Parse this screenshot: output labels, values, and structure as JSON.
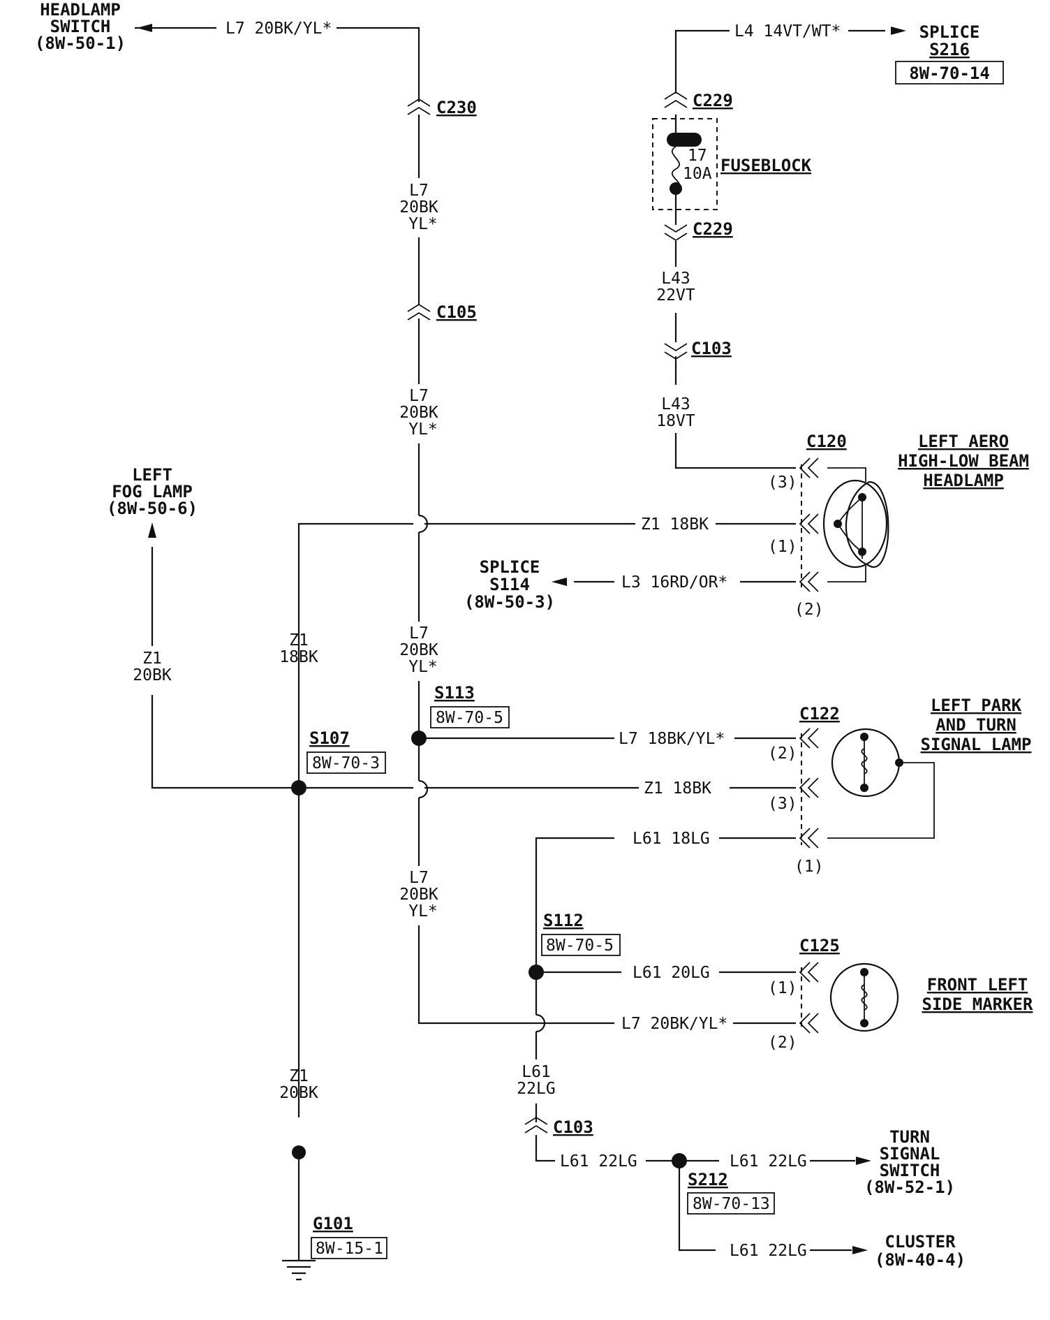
{
  "components": {
    "headlamp_switch": {
      "line1": "HEADLAMP",
      "line2": "SWITCH",
      "ref": "(8W-50-1)"
    },
    "splice_s216": {
      "line1": "SPLICE",
      "line2": "S216",
      "ref": "8W-70-14"
    },
    "fuseblock": {
      "label": "FUSEBLOCK",
      "fuse_num": "17",
      "fuse_amp": "10A"
    },
    "left_fog_lamp": {
      "line1": "LEFT",
      "line2": "FOG LAMP",
      "ref": "(8W-50-6)"
    },
    "splice_s114": {
      "line1": "SPLICE",
      "line2": "S114",
      "ref": "(8W-50-3)"
    },
    "left_aero_headlamp": {
      "line1": "LEFT AERO",
      "line2": "HIGH-LOW BEAM",
      "line3": "HEADLAMP"
    },
    "left_park_turn_lamp": {
      "line1": "LEFT PARK",
      "line2": "AND TURN",
      "line3": "SIGNAL LAMP"
    },
    "front_left_side_marker": {
      "line1": "FRONT LEFT",
      "line2": "SIDE MARKER"
    },
    "turn_signal_switch": {
      "line1": "TURN",
      "line2": "SIGNAL",
      "line3": "SWITCH",
      "ref": "(8W-52-1)"
    },
    "cluster": {
      "line1": "CLUSTER",
      "ref": "(8W-40-4)"
    }
  },
  "connectors": {
    "c230": "C230",
    "c229_top": "C229",
    "c229_bottom": "C229",
    "c105": "C105",
    "c103_upper": "C103",
    "c103_lower": "C103",
    "c120": "C120",
    "c122": "C122",
    "c125": "C125"
  },
  "splices": {
    "s113": {
      "name": "S113",
      "ref": "8W-70-5"
    },
    "s107": {
      "name": "S107",
      "ref": "8W-70-3"
    },
    "s112": {
      "name": "S112",
      "ref": "8W-70-5"
    },
    "s212": {
      "name": "S212",
      "ref": "8W-70-13"
    },
    "g101": {
      "name": "G101",
      "ref": "8W-15-1"
    }
  },
  "wires": {
    "top_l7": "L7 20BK/YL*",
    "top_l4": "L4 14VT/WT*",
    "l7_seg1": [
      "L7",
      "20BK",
      "YL*"
    ],
    "l7_seg2": [
      "L7",
      "20BK",
      "YL*"
    ],
    "l7_seg3": [
      "L7",
      "20BK",
      "YL*"
    ],
    "l7_seg4": [
      "L7",
      "20BK",
      "YL*"
    ],
    "l43_a": [
      "L43",
      "22VT"
    ],
    "l43_b": [
      "L43",
      "18VT"
    ],
    "z1_fog": [
      "Z1",
      "20BK"
    ],
    "z1_main": [
      "Z1",
      "18BK"
    ],
    "z1_ground": [
      "Z1",
      "20BK"
    ],
    "l61_down": [
      "L61",
      "22LG"
    ],
    "z1_headlamp": "Z1 18BK",
    "l3_headlamp": "L3 16RD/OR*",
    "l7_park": "L7 18BK/YL*",
    "z1_park": "Z1 18BK",
    "l61_park": "L61 18LG",
    "l61_marker": "L61 20LG",
    "l7_marker": "L7 20BK/YL*",
    "l61_c103": "L61 22LG",
    "l61_turn": "L61 22LG",
    "l61_cluster": "L61 22LG"
  },
  "pins": {
    "c120_a": "(3)",
    "c120_b": "(1)",
    "c120_c": "(2)",
    "c122_a": "(2)",
    "c122_b": "(3)",
    "c122_c": "(1)",
    "c125_a": "(1)",
    "c125_b": "(2)"
  }
}
